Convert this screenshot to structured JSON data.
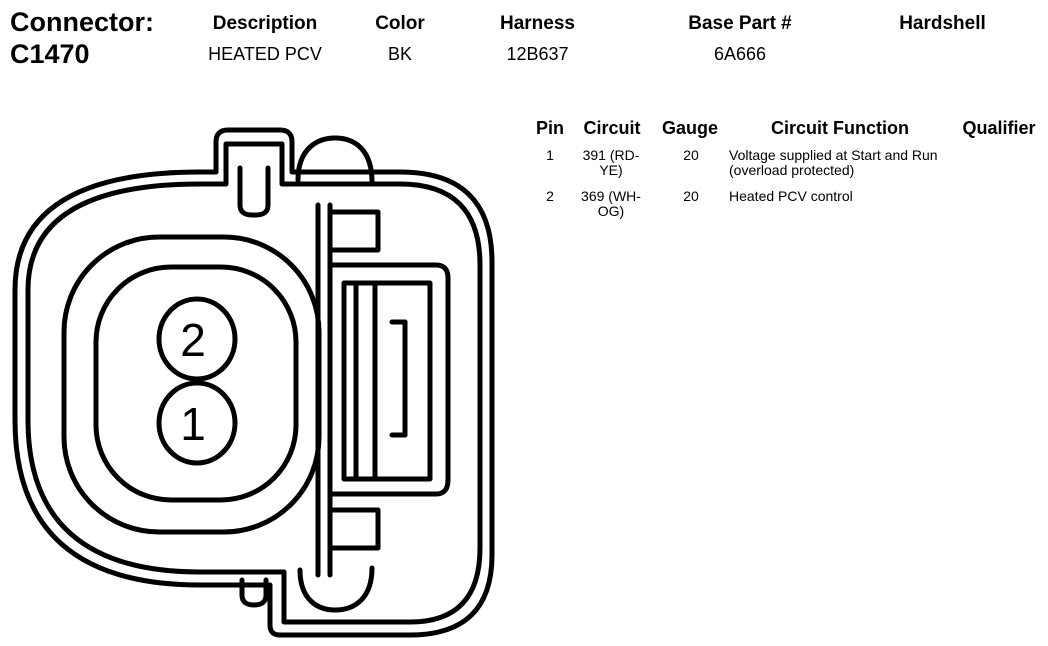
{
  "connector": {
    "label": "Connector:",
    "id": "C1470"
  },
  "header": {
    "columns": [
      "Description",
      "Color",
      "Harness",
      "Base Part #",
      "Hardshell"
    ],
    "values": [
      "HEATED PCV",
      "BK",
      "12B637",
      "6A666",
      ""
    ]
  },
  "pin_table": {
    "columns": [
      "Pin",
      "Circuit",
      "Gauge",
      "Circuit Function",
      "Qualifier"
    ],
    "rows": [
      {
        "pin": "1",
        "circuit": "391 (RD-YE)",
        "gauge": "20",
        "function": "Voltage supplied at Start and Run (overload protected)",
        "qualifier": ""
      },
      {
        "pin": "2",
        "circuit": "369 (WH-OG)",
        "gauge": "20",
        "function": "Heated PCV control",
        "qualifier": ""
      }
    ]
  },
  "diagram": {
    "pin_labels": [
      "2",
      "1"
    ]
  }
}
